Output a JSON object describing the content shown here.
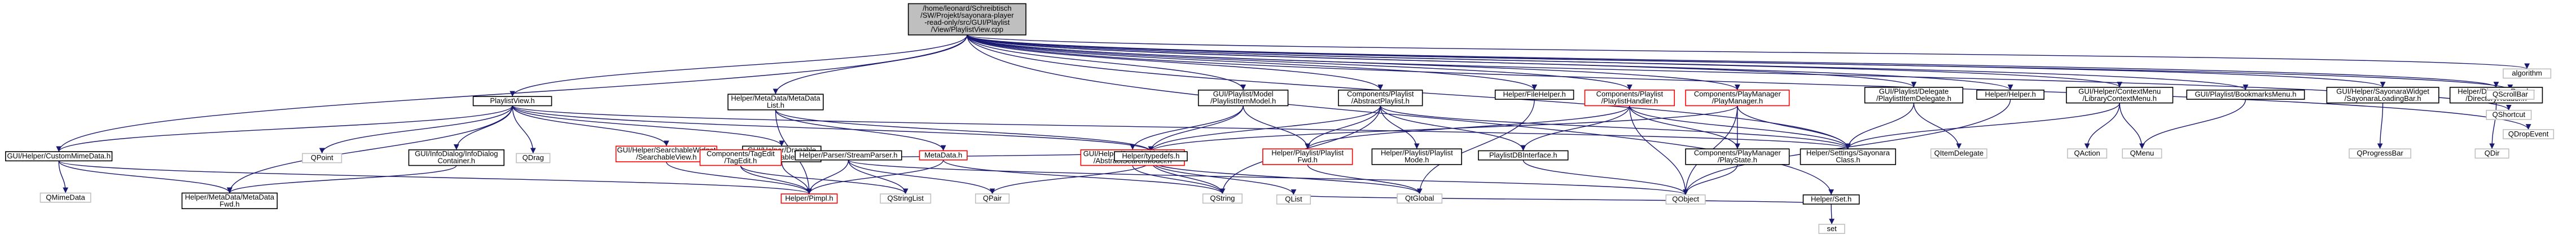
{
  "graph": {
    "colors": {
      "edge": "#191970",
      "node_border": "#000000",
      "node_fill": "#ffffff",
      "root_fill": "#bfbfbf",
      "undocumented_border": "#ff0000",
      "undocumented_border_gray": "#bfbfbf"
    },
    "nodes": [
      {
        "id": "root",
        "lines": [
          "/home/leonard/Schreibtisch",
          "/SW/Projekt/sayonara-player",
          "-read-only/src/GUI/Playlist",
          "/View/PlaylistView.cpp"
        ],
        "style": "root"
      },
      {
        "id": "playlistview",
        "lines": [
          "PlaylistView.h"
        ],
        "style": "normal"
      },
      {
        "id": "customMimeData",
        "lines": [
          "GUI/Helper/CustomMimeData.h"
        ],
        "style": "normal"
      },
      {
        "id": "qmimedata",
        "lines": [
          "QMimeData"
        ],
        "style": "ghost"
      },
      {
        "id": "metadataFwd",
        "lines": [
          "Helper/MetaData/MetaData",
          "Fwd.h"
        ],
        "style": "normal"
      },
      {
        "id": "qpoint",
        "lines": [
          "QPoint"
        ],
        "style": "ghost"
      },
      {
        "id": "infoDialogContainer",
        "lines": [
          "GUI/InfoDialog/InfoDialog",
          "Container.h"
        ],
        "style": "normal"
      },
      {
        "id": "qdrag",
        "lines": [
          "QDrag"
        ],
        "style": "ghost"
      },
      {
        "id": "searchableView",
        "lines": [
          "GUI/Helper/SearchableWidget",
          "/SearchableView.h"
        ],
        "style": "undoc"
      },
      {
        "id": "dragable",
        "lines": [
          "GUI/Helper/Dragable",
          "/Dragable.h"
        ],
        "style": "normal"
      },
      {
        "id": "metadatalist",
        "lines": [
          "Helper/MetaData/MetaData",
          "List.h"
        ],
        "style": "normal"
      },
      {
        "id": "tagedit",
        "lines": [
          "Components/TagEdit",
          "/TagEdit.h"
        ],
        "style": "undoc"
      },
      {
        "id": "streamparser",
        "lines": [
          "Helper/Parser/StreamParser.h"
        ],
        "style": "normal"
      },
      {
        "id": "metadata",
        "lines": [
          "MetaData.h"
        ],
        "style": "undoc"
      },
      {
        "id": "pimpl",
        "lines": [
          "Helper/Pimpl.h"
        ],
        "style": "undoc"
      },
      {
        "id": "qstringlist",
        "lines": [
          "QStringList"
        ],
        "style": "ghost"
      },
      {
        "id": "qpair",
        "lines": [
          "QPair"
        ],
        "style": "ghost"
      },
      {
        "id": "qlist",
        "lines": [
          "QList"
        ],
        "style": "ghost"
      },
      {
        "id": "playlistItemModel",
        "lines": [
          "GUI/Playlist/Model",
          "/PlaylistItemModel.h"
        ],
        "style": "normal"
      },
      {
        "id": "abstractSearchModel",
        "lines": [
          "GUI/Helper/SearchableWidget",
          "/AbstractSearchModel.h"
        ],
        "style": "undoc"
      },
      {
        "id": "typedefs",
        "lines": [
          "Helper/typedefs.h"
        ],
        "style": "normal"
      },
      {
        "id": "qstring",
        "lines": [
          "QString"
        ],
        "style": "ghost"
      },
      {
        "id": "abstractPlaylist",
        "lines": [
          "Components/Playlist",
          "/AbstractPlaylist.h"
        ],
        "style": "normal"
      },
      {
        "id": "playlistFwd",
        "lines": [
          "Helper/Playlist/Playlist",
          "Fwd.h"
        ],
        "style": "undoc"
      },
      {
        "id": "playlistMode",
        "lines": [
          "Helper/Playlist/Playlist",
          "Mode.h"
        ],
        "style": "normal"
      },
      {
        "id": "qtglobal",
        "lines": [
          "QtGlobal"
        ],
        "style": "ghost"
      },
      {
        "id": "playlistDBInterface",
        "lines": [
          "PlaylistDBInterface.h"
        ],
        "style": "normal"
      },
      {
        "id": "fileHelper",
        "lines": [
          "Helper/FileHelper.h"
        ],
        "style": "normal"
      },
      {
        "id": "playlistHandler",
        "lines": [
          "Components/Playlist",
          "/PlaylistHandler.h"
        ],
        "style": "undoc"
      },
      {
        "id": "playManager",
        "lines": [
          "Components/PlayManager",
          "/PlayManager.h"
        ],
        "style": "undoc"
      },
      {
        "id": "playState",
        "lines": [
          "Components/PlayManager",
          "/PlayState.h"
        ],
        "style": "normal"
      },
      {
        "id": "qobject",
        "lines": [
          "QObject"
        ],
        "style": "ghost"
      },
      {
        "id": "settings",
        "lines": [
          "Helper/Settings/Sayonara",
          "Class.h"
        ],
        "style": "normal"
      },
      {
        "id": "helperSet",
        "lines": [
          "Helper/Set.h"
        ],
        "style": "normal"
      },
      {
        "id": "stdset",
        "lines": [
          "set"
        ],
        "style": "ghost"
      },
      {
        "id": "itemDelegate",
        "lines": [
          "GUI/Playlist/Delegate",
          "/PlaylistItemDelegate.h"
        ],
        "style": "normal"
      },
      {
        "id": "qitemdelegate",
        "lines": [
          "QItemDelegate"
        ],
        "style": "ghost"
      },
      {
        "id": "helperHelper",
        "lines": [
          "Helper/Helper.h"
        ],
        "style": "normal"
      },
      {
        "id": "libraryContextMenu",
        "lines": [
          "GUI/Helper/ContextMenu",
          "/LibraryContextMenu.h"
        ],
        "style": "normal"
      },
      {
        "id": "qaction",
        "lines": [
          "QAction"
        ],
        "style": "ghost"
      },
      {
        "id": "qmenu",
        "lines": [
          "QMenu"
        ],
        "style": "ghost"
      },
      {
        "id": "bookmarksMenu",
        "lines": [
          "GUI/Playlist/BookmarksMenu.h"
        ],
        "style": "normal"
      },
      {
        "id": "loadingBar",
        "lines": [
          "GUI/Helper/SayonaraWidget",
          "/SayonaraLoadingBar.h"
        ],
        "style": "normal"
      },
      {
        "id": "qprogressbar",
        "lines": [
          "QProgressBar"
        ],
        "style": "ghost"
      },
      {
        "id": "directoryReader",
        "lines": [
          "Helper/DirectoryReader",
          "/DirectoryReader.h"
        ],
        "style": "normal"
      },
      {
        "id": "qdir",
        "lines": [
          "QDir"
        ],
        "style": "ghost"
      },
      {
        "id": "qscrollbar",
        "lines": [
          "QScrollBar"
        ],
        "style": "ghost"
      },
      {
        "id": "qshortcut",
        "lines": [
          "QShortcut"
        ],
        "style": "ghost"
      },
      {
        "id": "qdropevent",
        "lines": [
          "QDropEvent"
        ],
        "style": "ghost"
      },
      {
        "id": "algorithm",
        "lines": [
          "algorithm"
        ],
        "style": "ghost"
      }
    ],
    "edges": [
      [
        "root",
        "playlistview"
      ],
      [
        "root",
        "metadatalist"
      ],
      [
        "root",
        "playlistItemModel"
      ],
      [
        "root",
        "abstractPlaylist"
      ],
      [
        "root",
        "fileHelper"
      ],
      [
        "root",
        "playlistHandler"
      ],
      [
        "root",
        "playManager"
      ],
      [
        "root",
        "itemDelegate"
      ],
      [
        "root",
        "helperHelper"
      ],
      [
        "root",
        "libraryContextMenu"
      ],
      [
        "root",
        "bookmarksMenu"
      ],
      [
        "root",
        "loadingBar"
      ],
      [
        "root",
        "directoryReader"
      ],
      [
        "root",
        "qscrollbar"
      ],
      [
        "root",
        "qshortcut"
      ],
      [
        "root",
        "qdropevent"
      ],
      [
        "root",
        "algorithm"
      ],
      [
        "root",
        "customMimeData"
      ],
      [
        "root",
        "helperSet"
      ],
      [
        "root",
        "settings"
      ],
      [
        "playlistview",
        "customMimeData"
      ],
      [
        "playlistview",
        "qpoint"
      ],
      [
        "playlistview",
        "infoDialogContainer"
      ],
      [
        "playlistview",
        "qdrag"
      ],
      [
        "playlistview",
        "searchableView"
      ],
      [
        "playlistview",
        "dragable"
      ],
      [
        "playlistview",
        "metadataFwd"
      ],
      [
        "playlistview",
        "typedefs"
      ],
      [
        "playlistview",
        "settings"
      ],
      [
        "customMimeData",
        "qmimedata"
      ],
      [
        "customMimeData",
        "metadataFwd"
      ],
      [
        "customMimeData",
        "pimpl"
      ],
      [
        "infoDialogContainer",
        "metadataFwd"
      ],
      [
        "searchableView",
        "pimpl"
      ],
      [
        "searchableView",
        "typedefs"
      ],
      [
        "dragable",
        "pimpl"
      ],
      [
        "metadatalist",
        "metadata"
      ],
      [
        "metadatalist",
        "typedefs"
      ],
      [
        "metadatalist",
        "pimpl"
      ],
      [
        "tagedit",
        "pimpl"
      ],
      [
        "tagedit",
        "qstringlist"
      ],
      [
        "streamparser",
        "pimpl"
      ],
      [
        "streamparser",
        "qstringlist"
      ],
      [
        "streamparser",
        "qpair"
      ],
      [
        "streamparser",
        "qobject"
      ],
      [
        "metadata",
        "pimpl"
      ],
      [
        "metadata",
        "qstring"
      ],
      [
        "playlistItemModel",
        "abstractSearchModel"
      ],
      [
        "playlistItemModel",
        "typedefs"
      ],
      [
        "playlistItemModel",
        "playlistFwd"
      ],
      [
        "abstractSearchModel",
        "qstring"
      ],
      [
        "typedefs",
        "qlist"
      ],
      [
        "typedefs",
        "qpair"
      ],
      [
        "typedefs",
        "qstring"
      ],
      [
        "typedefs",
        "qtglobal"
      ],
      [
        "abstractPlaylist",
        "typedefs"
      ],
      [
        "abstractPlaylist",
        "playlistFwd"
      ],
      [
        "abstractPlaylist",
        "playlistMode"
      ],
      [
        "abstractPlaylist",
        "playlistDBInterface"
      ],
      [
        "abstractPlaylist",
        "settings"
      ],
      [
        "abstractPlaylist",
        "qstring"
      ],
      [
        "playlistFwd",
        "qtglobal"
      ],
      [
        "playlistDBInterface",
        "qobject"
      ],
      [
        "fileHelper",
        "qtglobal"
      ],
      [
        "playlistHandler",
        "playlistFwd"
      ],
      [
        "playlistHandler",
        "playlistDBInterface"
      ],
      [
        "playlistHandler",
        "playState"
      ],
      [
        "playlistHandler",
        "settings"
      ],
      [
        "playlistHandler",
        "qobject"
      ],
      [
        "playManager",
        "playState"
      ],
      [
        "playManager",
        "settings"
      ],
      [
        "playManager",
        "qobject"
      ],
      [
        "playManager",
        "typedefs"
      ],
      [
        "playState",
        "qobject"
      ],
      [
        "helperSet",
        "qlist"
      ],
      [
        "helperSet",
        "stdset"
      ],
      [
        "itemDelegate",
        "qitemdelegate"
      ],
      [
        "itemDelegate",
        "settings"
      ],
      [
        "helperHelper",
        "qobject"
      ],
      [
        "libraryContextMenu",
        "qaction"
      ],
      [
        "libraryContextMenu",
        "qmenu"
      ],
      [
        "libraryContextMenu",
        "settings"
      ],
      [
        "bookmarksMenu",
        "qmenu"
      ],
      [
        "loadingBar",
        "qprogressbar"
      ],
      [
        "directoryReader",
        "qdir"
      ]
    ]
  }
}
